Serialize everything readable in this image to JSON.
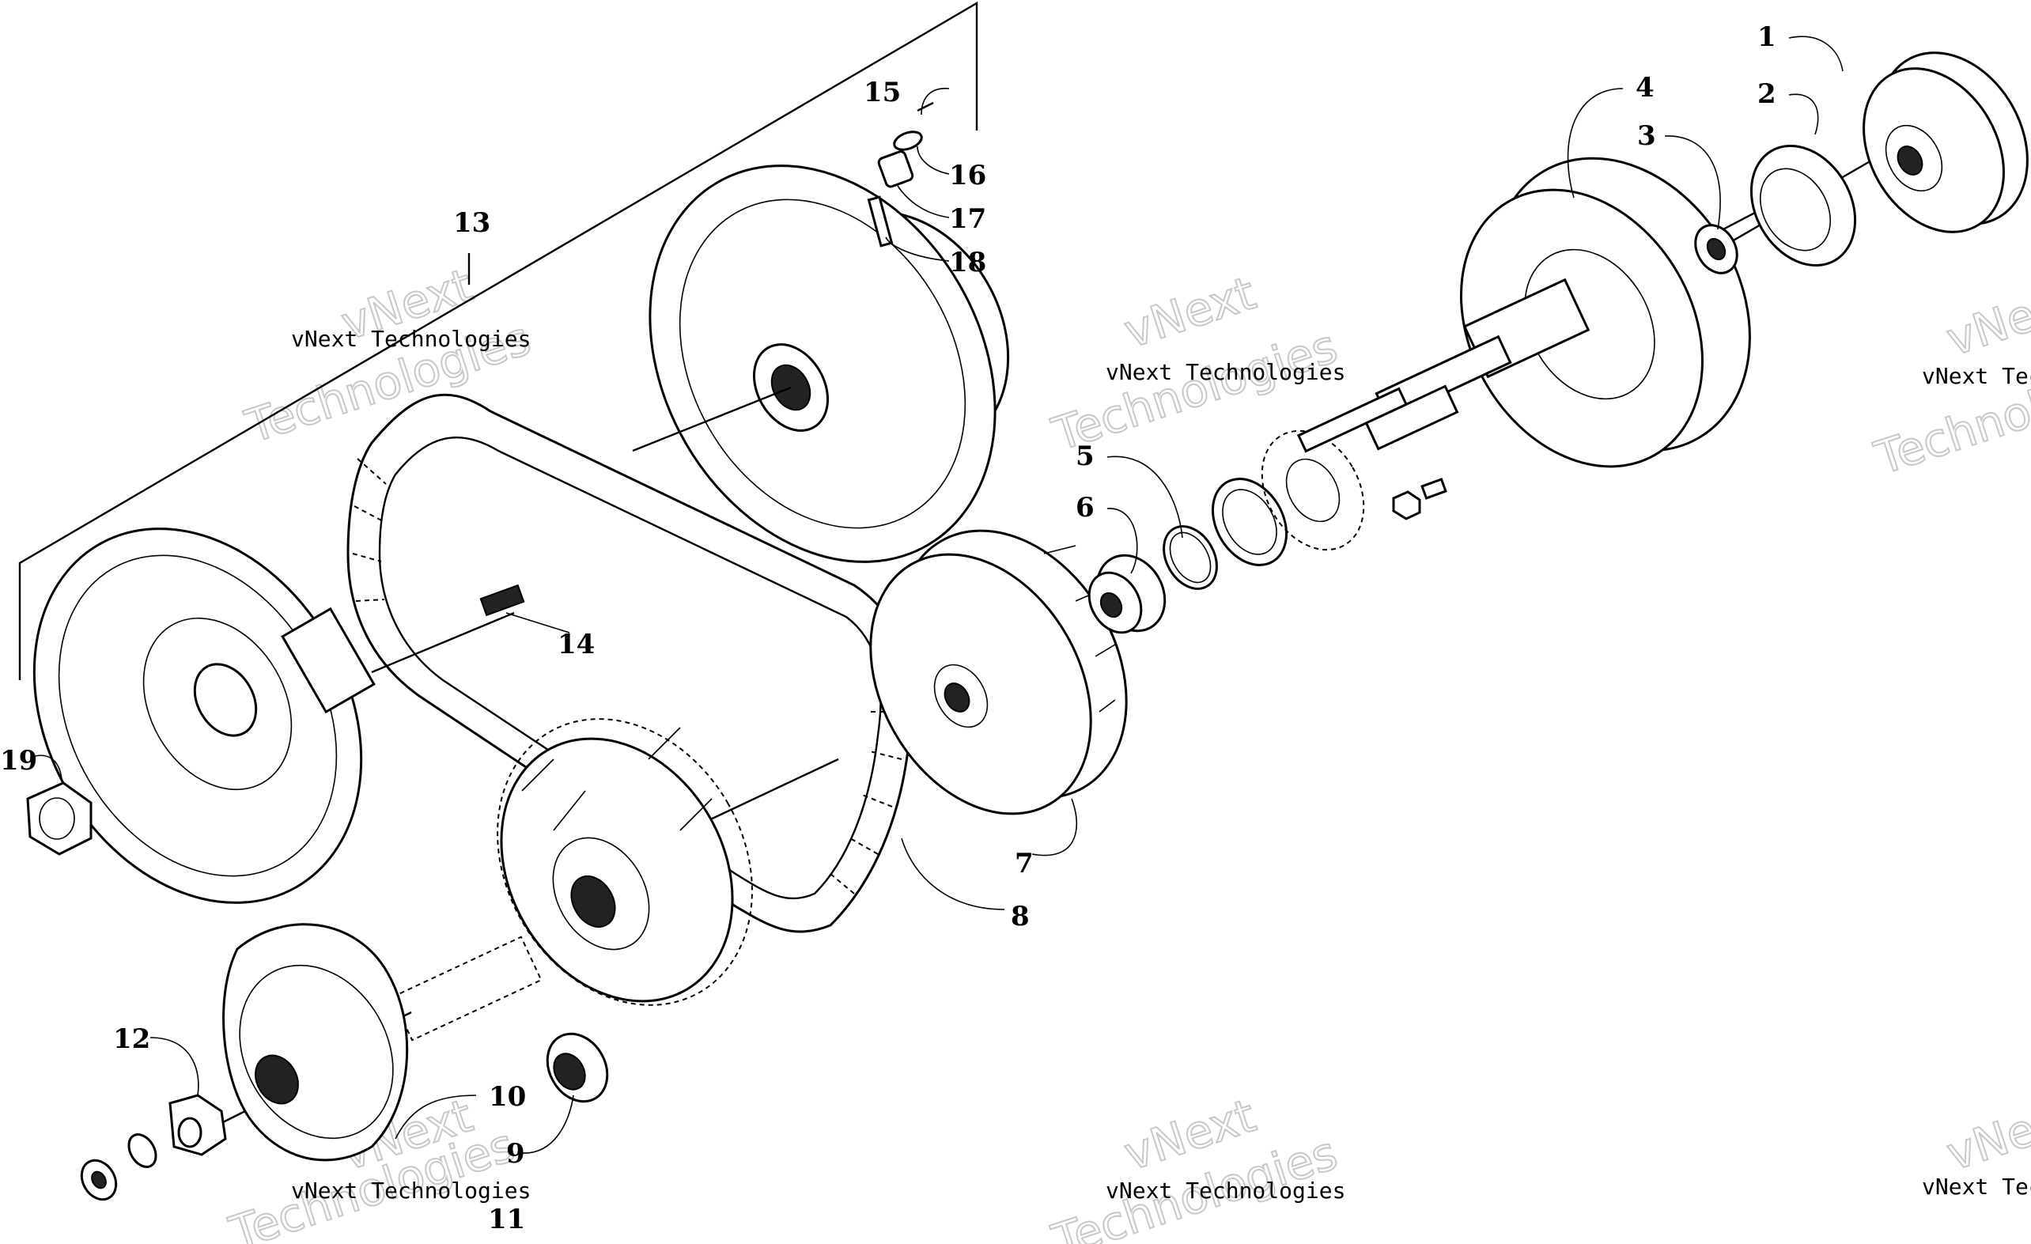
{
  "watermark": {
    "brand": "vNext Technologies",
    "word1": "vNext",
    "word2": "Technologies"
  },
  "callouts": [
    {
      "id": "1",
      "label": "1"
    },
    {
      "id": "2",
      "label": "2"
    },
    {
      "id": "3",
      "label": "3"
    },
    {
      "id": "4",
      "label": "4"
    },
    {
      "id": "5",
      "label": "5"
    },
    {
      "id": "6",
      "label": "6"
    },
    {
      "id": "7",
      "label": "7"
    },
    {
      "id": "8",
      "label": "8"
    },
    {
      "id": "9",
      "label": "9"
    },
    {
      "id": "10",
      "label": "10"
    },
    {
      "id": "11",
      "label": "11"
    },
    {
      "id": "12",
      "label": "12"
    },
    {
      "id": "13",
      "label": "13"
    },
    {
      "id": "14",
      "label": "14"
    },
    {
      "id": "15",
      "label": "15"
    },
    {
      "id": "16",
      "label": "16"
    },
    {
      "id": "17",
      "label": "17"
    },
    {
      "id": "18",
      "label": "18"
    },
    {
      "id": "19",
      "label": "19"
    }
  ]
}
